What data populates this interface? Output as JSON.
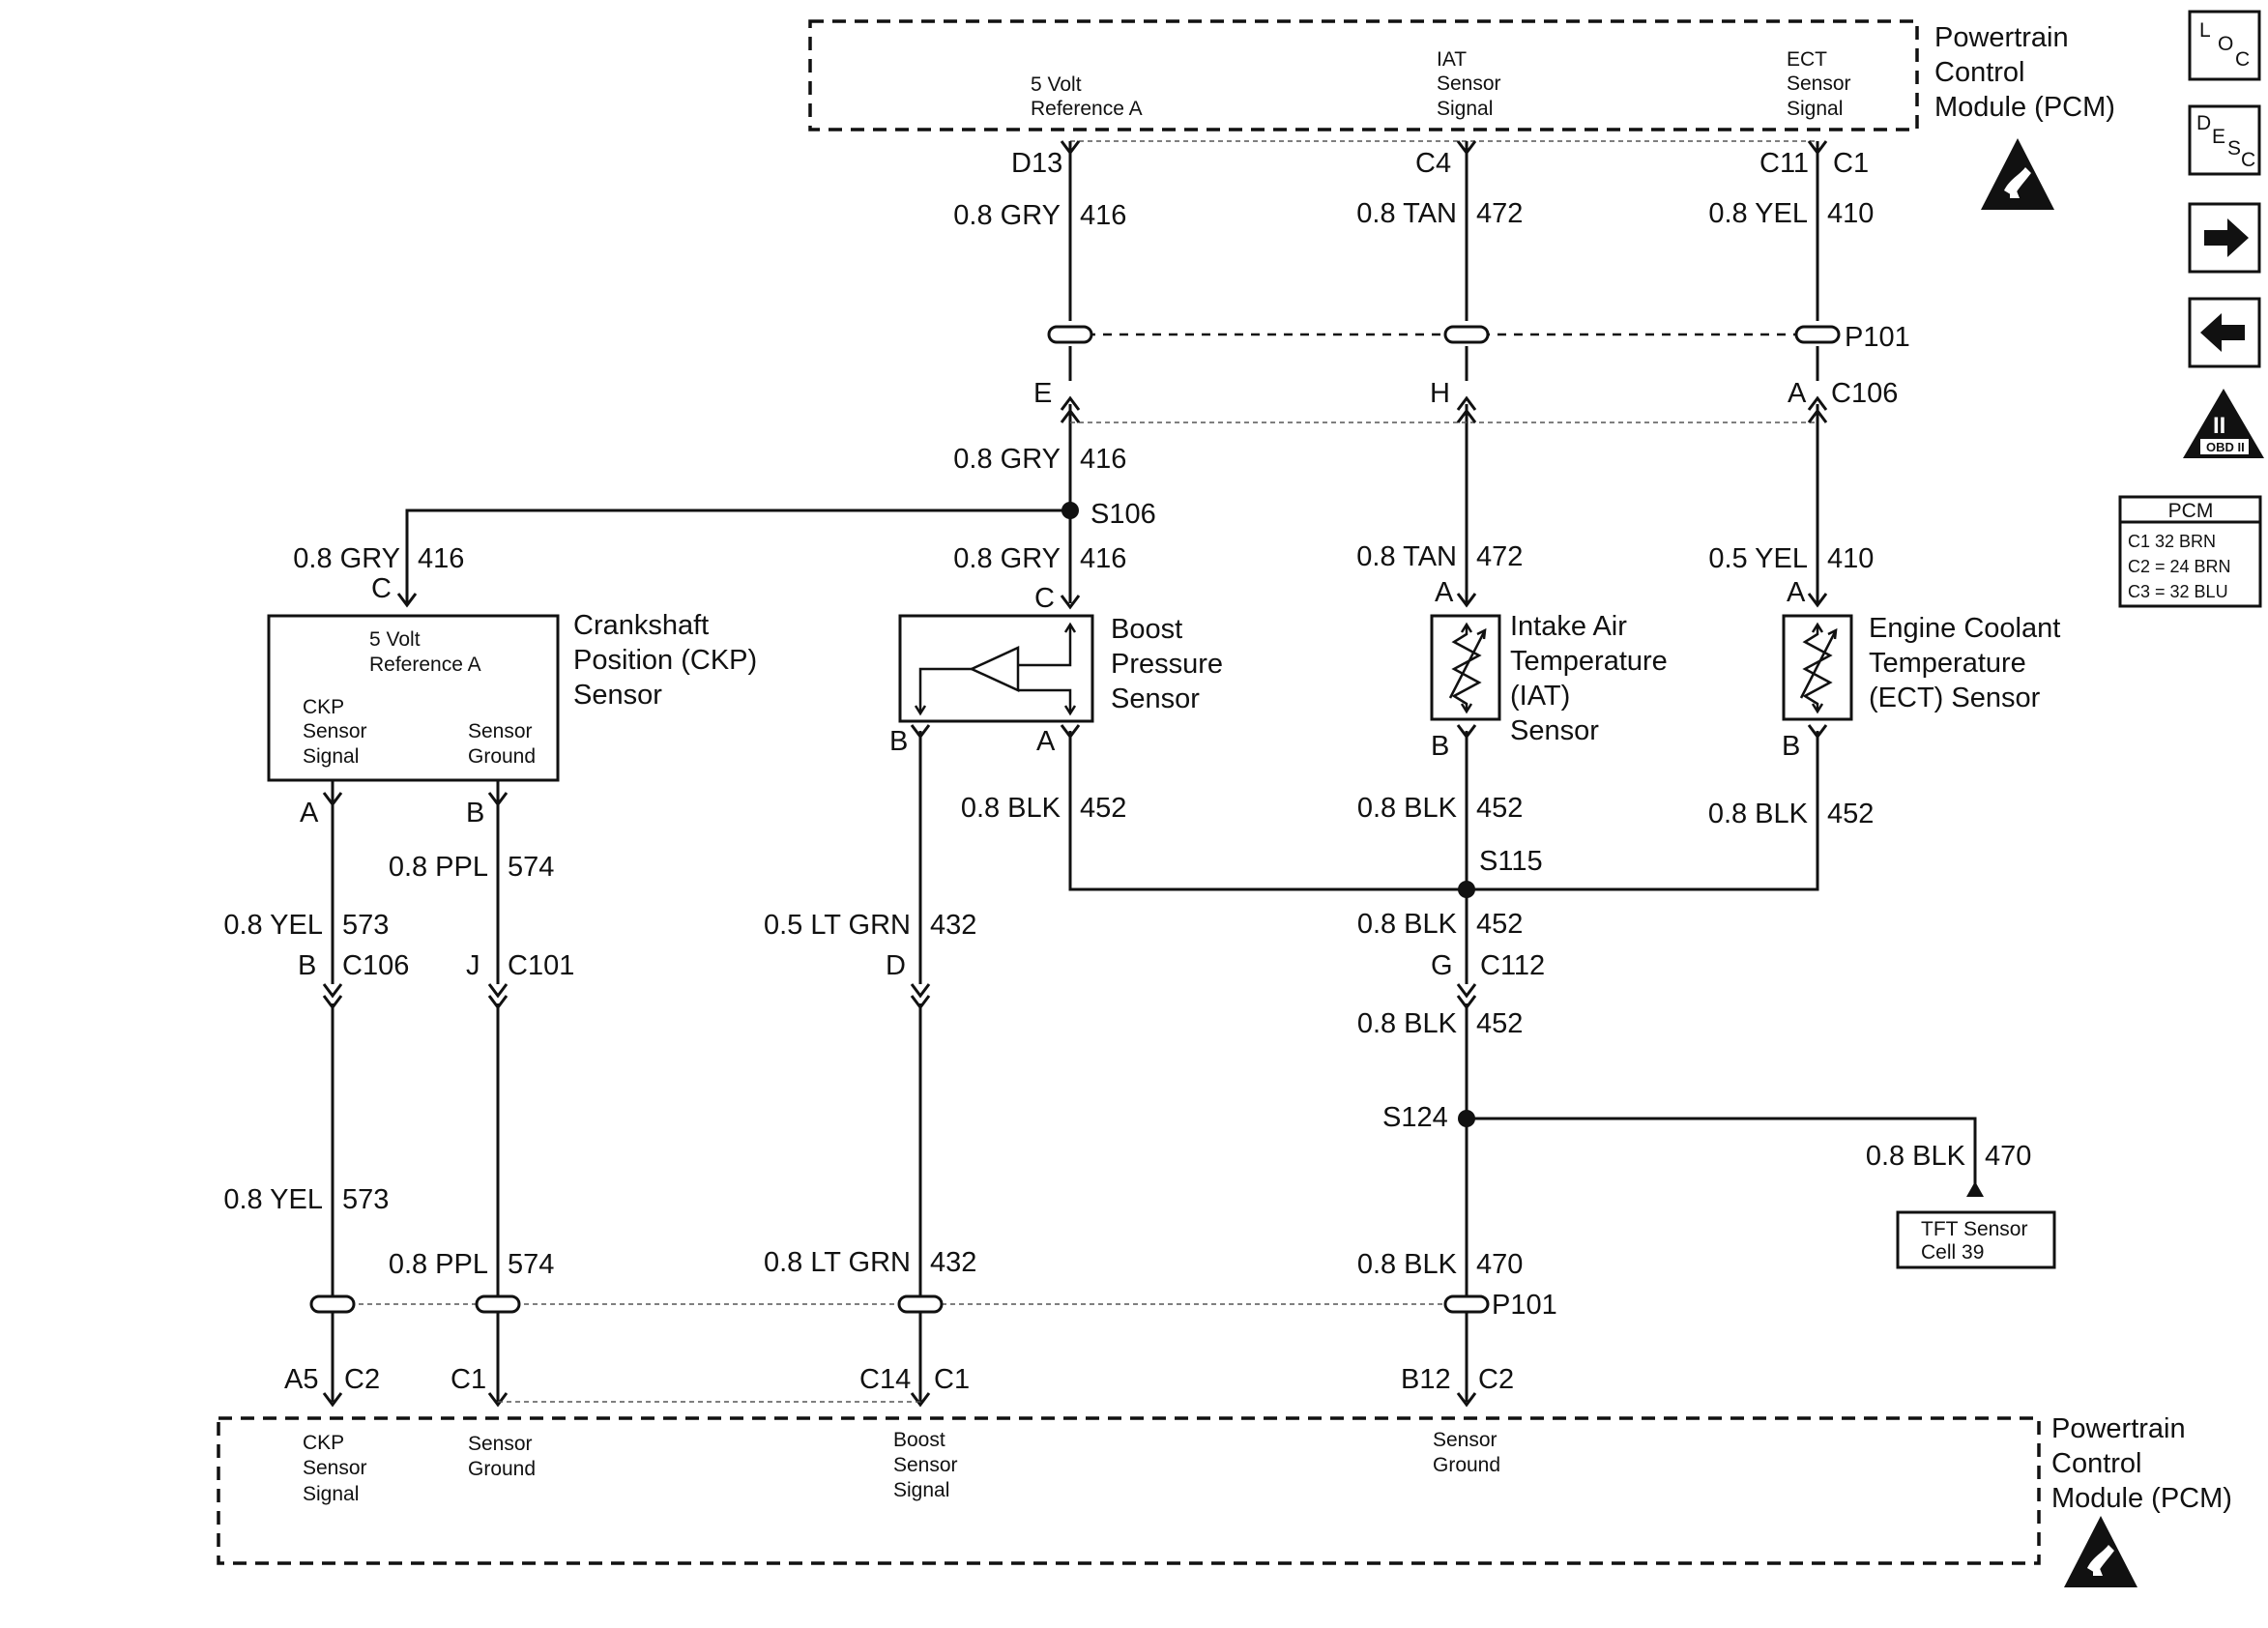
{
  "pcm_top": {
    "title": [
      "Powertrain",
      "Control",
      "Module (PCM)"
    ],
    "pins": [
      {
        "lines": [
          "5 Volt",
          "Reference A"
        ]
      },
      {
        "lines": [
          "IAT",
          "Sensor",
          "Signal"
        ]
      },
      {
        "lines": [
          "ECT",
          "Sensor",
          "Signal"
        ]
      }
    ],
    "connectors": [
      "D13",
      "C4",
      "C11",
      "C1"
    ]
  },
  "pcm_bottom": {
    "title": [
      "Powertrain",
      "Control",
      "Module (PCM)"
    ],
    "pins": [
      {
        "lines": [
          "CKP",
          "Sensor",
          "Signal"
        ]
      },
      {
        "lines": [
          "Sensor",
          "Ground"
        ]
      },
      {
        "lines": [
          "Boost",
          "Sensor",
          "Signal"
        ]
      },
      {
        "lines": [
          "Sensor",
          "Ground"
        ]
      }
    ],
    "connectors": [
      {
        "pin": "A5",
        "conn": "C2"
      },
      {
        "pin": "C1",
        "conn": ""
      },
      {
        "pin": "C14",
        "conn": "C1"
      },
      {
        "pin": "B12",
        "conn": "C2"
      }
    ]
  },
  "wires": {
    "gry_416_top": {
      "color": "0.8 GRY",
      "circuit": "416"
    },
    "tan_472_top": {
      "color": "0.8 TAN",
      "circuit": "472"
    },
    "yel_410_top": {
      "color": "0.8 YEL",
      "circuit": "410"
    },
    "gry_416_mid": {
      "color": "0.8 GRY",
      "circuit": "416"
    },
    "gry_416_ckp": {
      "color": "0.8 GRY",
      "circuit": "416"
    },
    "gry_416_boost": {
      "color": "0.8 GRY",
      "circuit": "416"
    },
    "tan_472_iat": {
      "color": "0.8 TAN",
      "circuit": "472"
    },
    "yel_410_ect": {
      "color": "0.5 YEL",
      "circuit": "410"
    },
    "blk_452_boost": {
      "color": "0.8 BLK",
      "circuit": "452"
    },
    "blk_452_iat": {
      "color": "0.8 BLK",
      "circuit": "452"
    },
    "blk_452_ect": {
      "color": "0.8 BLK",
      "circuit": "452"
    },
    "blk_452_s115": {
      "color": "0.8 BLK",
      "circuit": "452"
    },
    "blk_452_c112": {
      "color": "0.8 BLK",
      "circuit": "452"
    },
    "ppl_574_top": {
      "color": "0.8 PPL",
      "circuit": "574"
    },
    "yel_573_top": {
      "color": "0.8 YEL",
      "circuit": "573"
    },
    "ltgrn_432_top": {
      "color": "0.5 LT GRN",
      "circuit": "432"
    },
    "yel_573_bot": {
      "color": "0.8 YEL",
      "circuit": "573"
    },
    "ppl_574_bot": {
      "color": "0.8 PPL",
      "circuit": "574"
    },
    "ltgrn_432_bot": {
      "color": "0.8 LT GRN",
      "circuit": "432"
    },
    "blk_470_bot": {
      "color": "0.8 BLK",
      "circuit": "470"
    },
    "blk_470_tft": {
      "color": "0.8 BLK",
      "circuit": "470"
    }
  },
  "connectors": {
    "p101_top": "P101",
    "c106_top": {
      "pins": [
        "E",
        "H",
        "A"
      ],
      "name": "C106"
    },
    "s106": "S106",
    "s115": "S115",
    "s124": "S124",
    "c106_bot": {
      "pin": "B",
      "name": "C106"
    },
    "c101": {
      "pin": "J",
      "name": "C101"
    },
    "d_pin": "D",
    "c112": {
      "pin": "G",
      "name": "C112"
    },
    "p101_bot": "P101"
  },
  "sensors": {
    "ckp": {
      "name": [
        "Crankshaft",
        "Position (CKP)",
        "Sensor"
      ],
      "pin_top": "C",
      "ref": [
        "5 Volt",
        "Reference A"
      ],
      "sig": [
        "CKP",
        "Sensor",
        "Signal"
      ],
      "gnd": [
        "Sensor",
        "Ground"
      ],
      "pins_bottom": [
        "A",
        "B"
      ]
    },
    "boost": {
      "name": [
        "Boost",
        "Pressure",
        "Sensor"
      ],
      "pin_top": "C",
      "pins_bottom": [
        "B",
        "A"
      ]
    },
    "iat": {
      "name": [
        "Intake Air",
        "Temperature",
        "(IAT)",
        "Sensor"
      ],
      "pin_top": "A",
      "pin_bottom": "B"
    },
    "ect": {
      "name": [
        "Engine Coolant",
        "Temperature",
        "(ECT) Sensor"
      ],
      "pin_top": "A",
      "pin_bottom": "B"
    }
  },
  "tft_box": [
    "TFT Sensor",
    "Cell 39"
  ],
  "pcm_table": {
    "header": "PCM",
    "rows": [
      "C1   32 BRN",
      "C2 = 24 BRN",
      "C3 = 32 BLU"
    ]
  },
  "side_icons": {
    "loc": [
      "L",
      "O",
      "C"
    ],
    "desc": [
      "D",
      "E",
      "S",
      "C"
    ],
    "obd": [
      "II",
      "OBD II"
    ],
    "esd_icon": "esd-warning-icon",
    "next_icon": "arrow-right-icon",
    "prev_icon": "arrow-left-icon"
  }
}
